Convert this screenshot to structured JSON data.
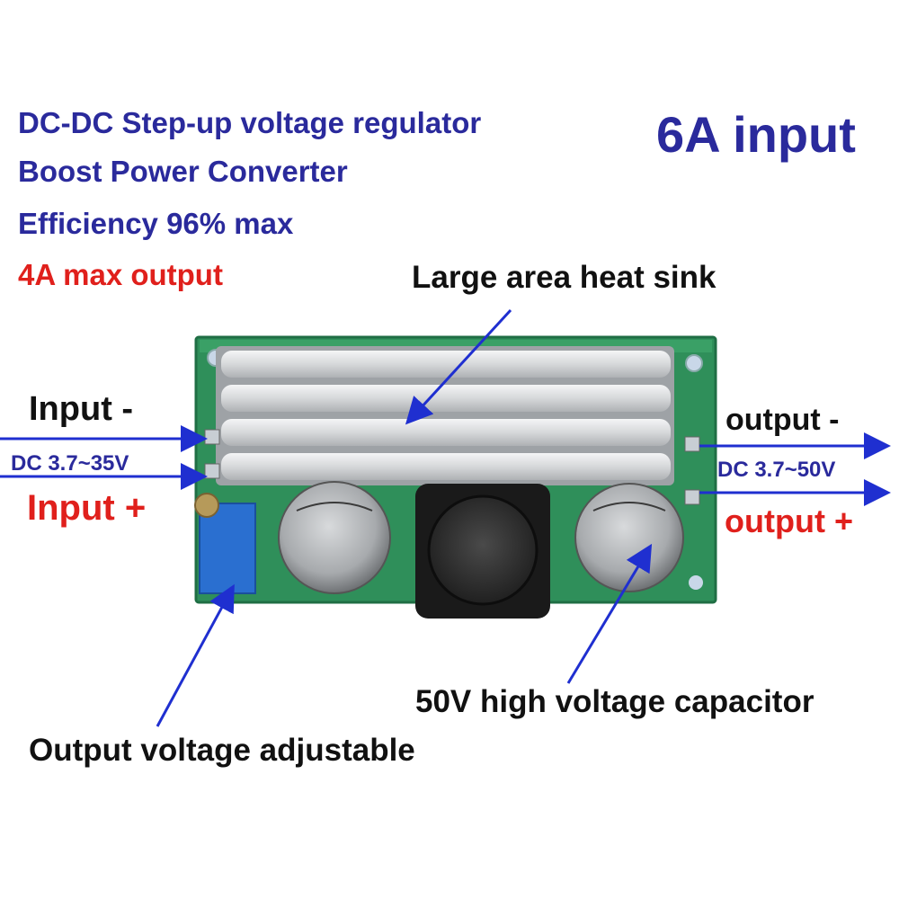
{
  "specs": {
    "line1": "DC-DC Step-up voltage regulator",
    "line2": "Boost Power Converter",
    "line3": "Efficiency 96% max",
    "line4": "4A max output",
    "input_rating": "6A input"
  },
  "callouts": {
    "heat_sink": "Large area heat sink",
    "capacitor": "50V high voltage capacitor",
    "adjustable": "Output voltage adjustable"
  },
  "input_side": {
    "negative": "Input -",
    "range": "DC 3.7~35V",
    "positive": "Input +"
  },
  "output_side": {
    "negative": "output -",
    "range": "DC 3.7~50V",
    "positive": "output +"
  },
  "colors": {
    "spec_text": "#2a2a9c",
    "highlight_red": "#e0201c",
    "arrow_blue": "#1f2fd0",
    "pcb_green": "#2f8f5a",
    "heatsink_silver": "#d4d6d8"
  }
}
